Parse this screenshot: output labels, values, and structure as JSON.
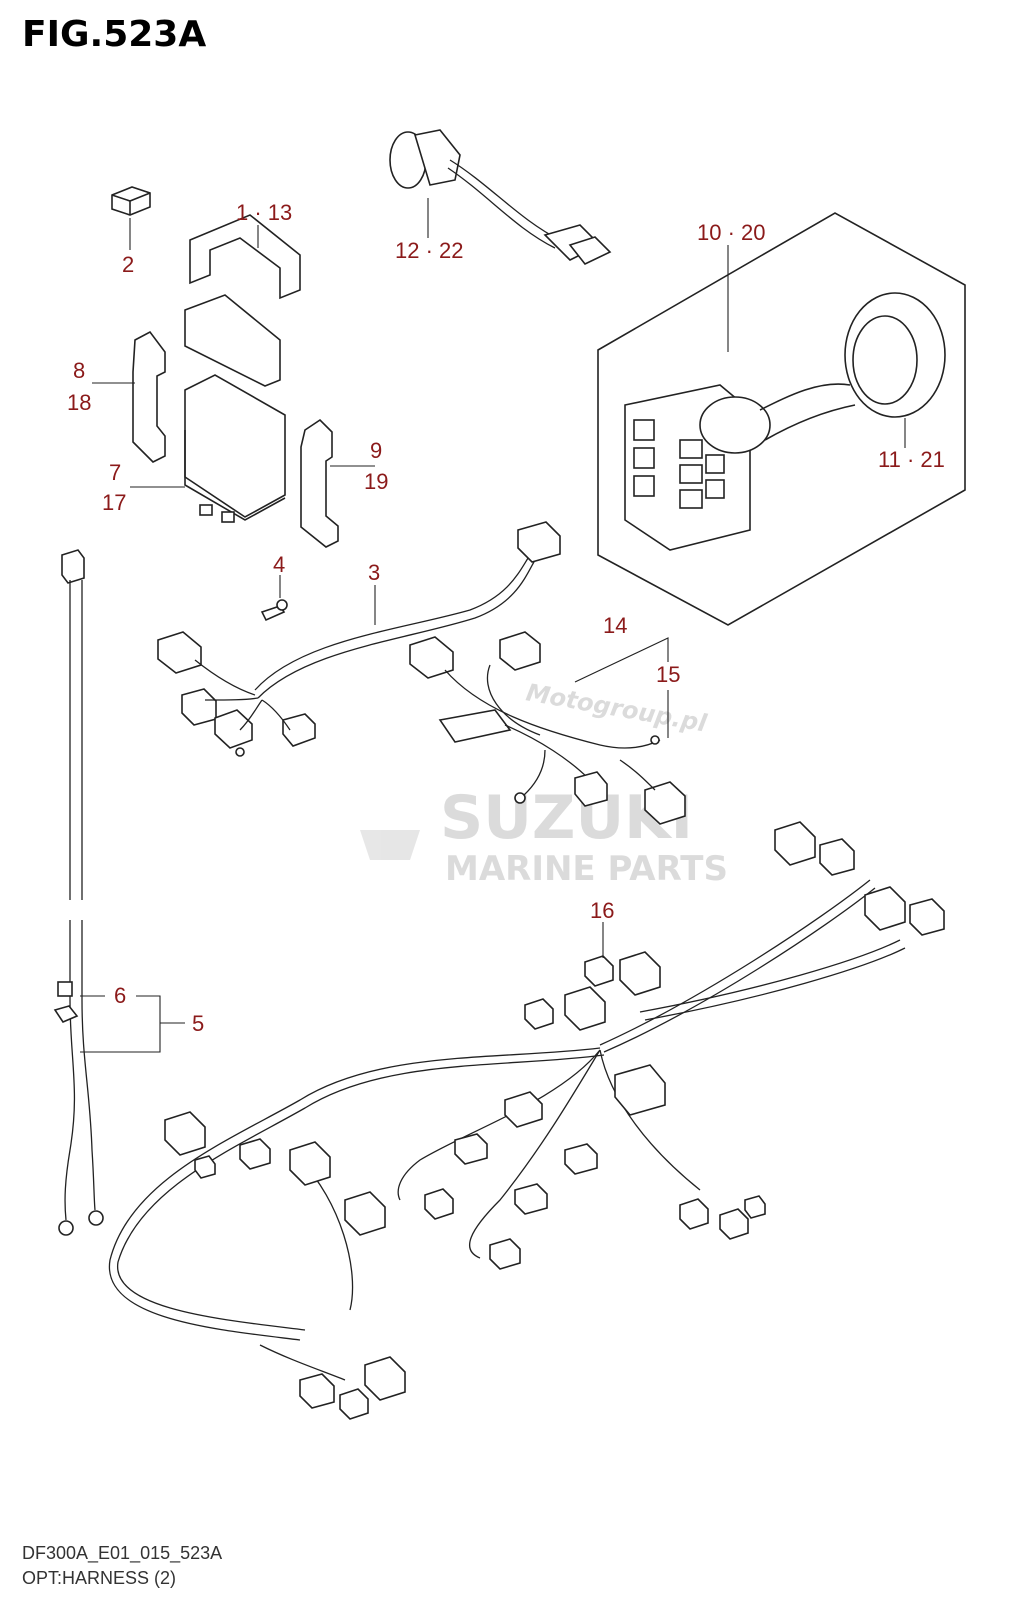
{
  "figure": {
    "title": "FIG.523A"
  },
  "watermark": {
    "line1": "SUZUKI",
    "line2": "MARINE PARTS",
    "site": "Motogroup.pl"
  },
  "callouts": {
    "c_1_13": "1 · 13",
    "c_2": "2",
    "c_12_22": "12 · 22",
    "c_10_20": "10 · 20",
    "c_8": "8",
    "c_18": "18",
    "c_7": "7",
    "c_17": "17",
    "c_9": "9",
    "c_19": "19",
    "c_11_21": "11 · 21",
    "c_4": "4",
    "c_3": "3",
    "c_14": "14",
    "c_15": "15",
    "c_16": "16",
    "c_6": "6",
    "c_5": "5"
  },
  "footer": {
    "code": "DF300A_E01_015_523A",
    "caption": "OPT:HARNESS (2)"
  }
}
